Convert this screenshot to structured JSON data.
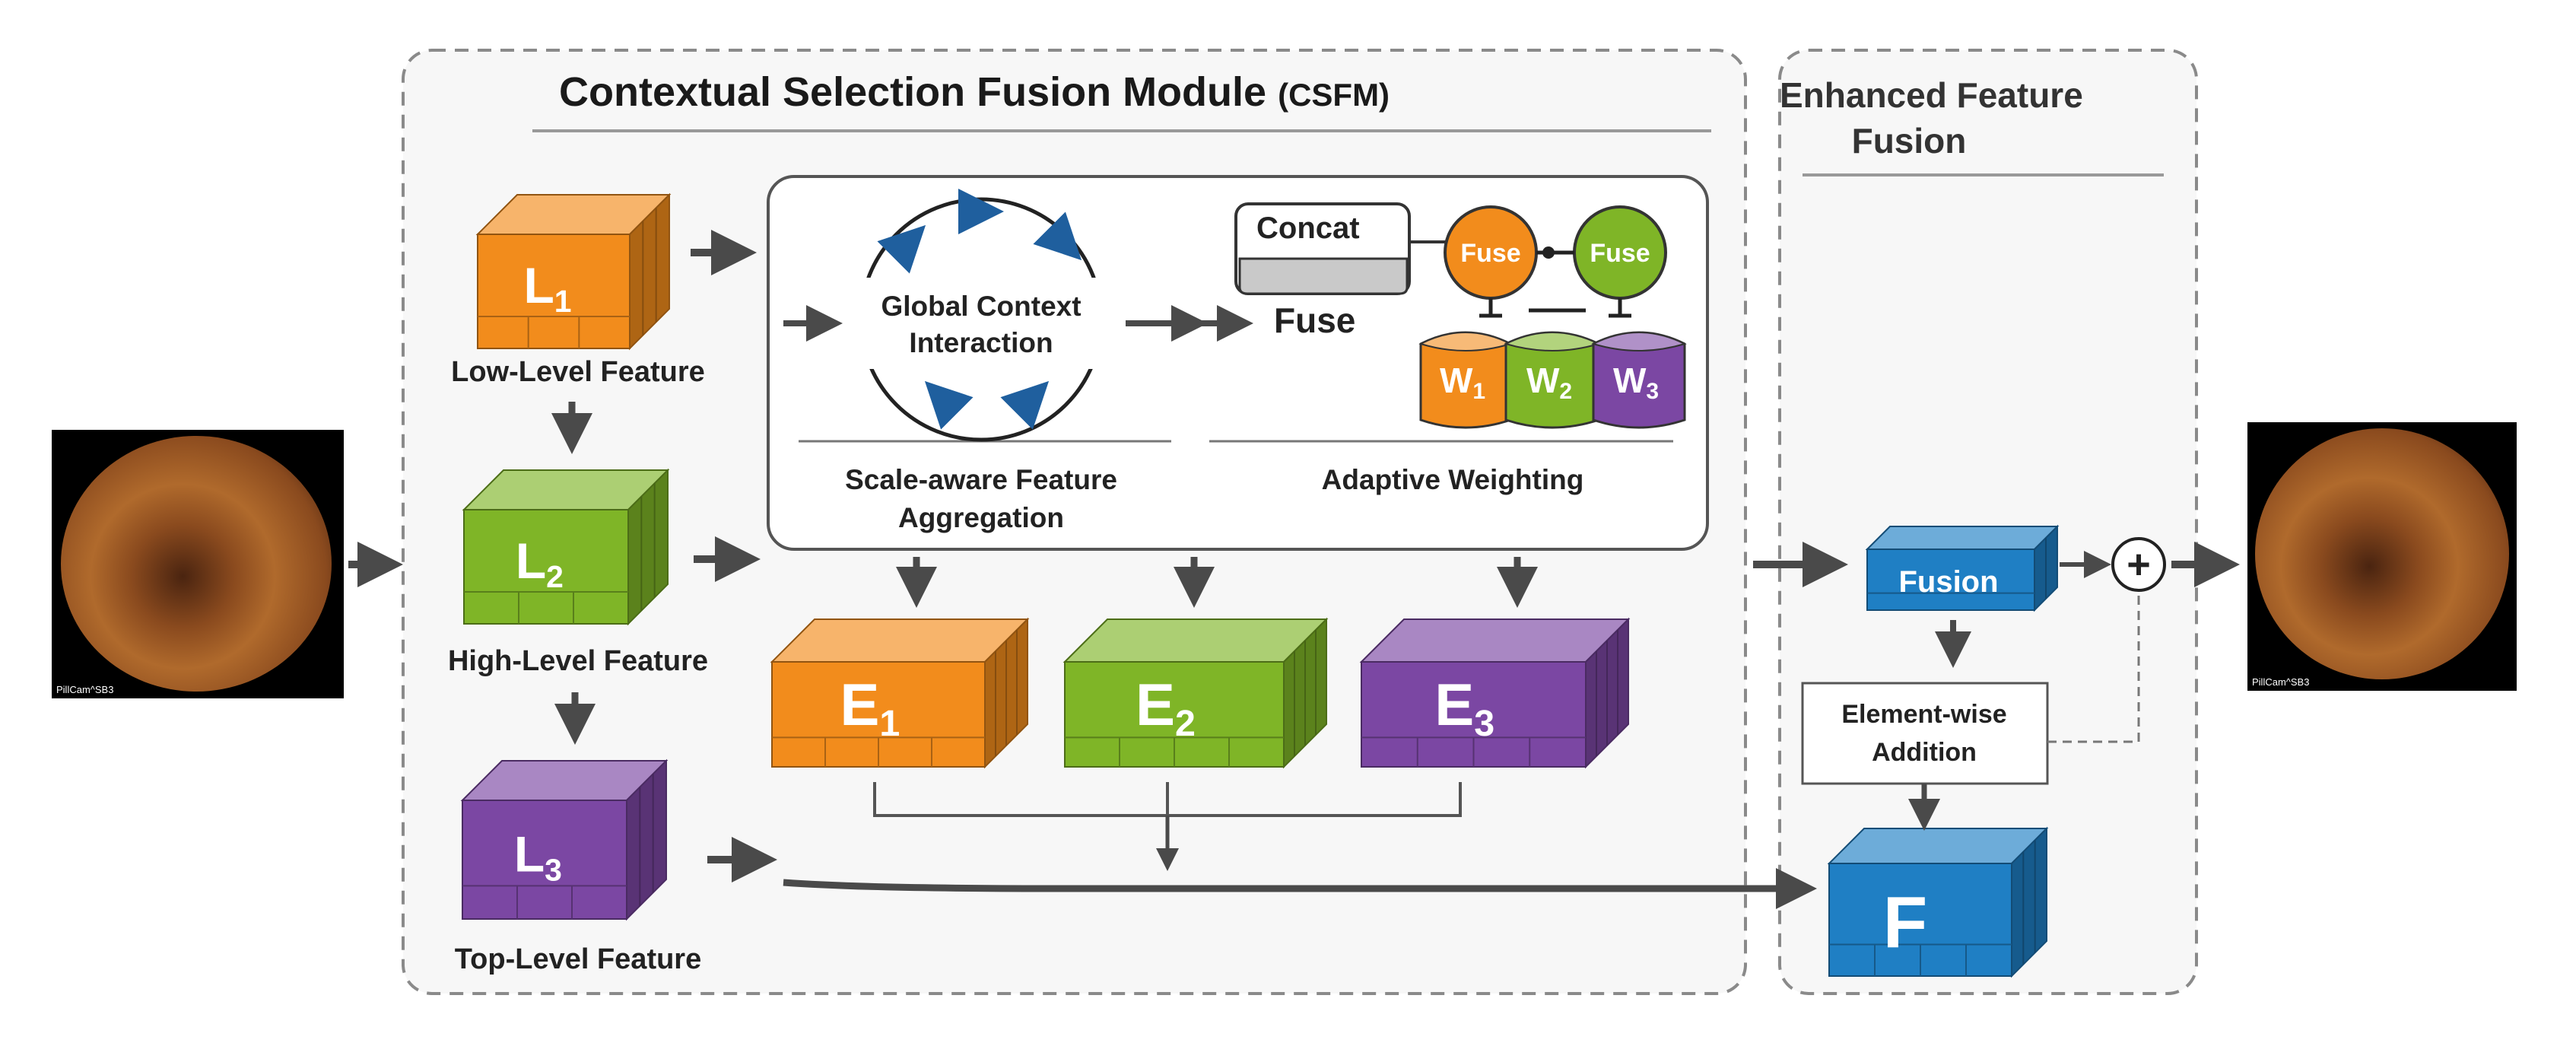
{
  "module_title": "Contextual Selection Fusion Module",
  "module_title_abbr": "(CSFM)",
  "enhanced_title_line1": "Enhanced Feature",
  "enhanced_title_line2": "Fusion",
  "input_image_caption": "PillCam^SB3",
  "output_image_caption": "PillCam^SB3",
  "levels": [
    {
      "tag": "L",
      "sub": "1",
      "label": "Low-Level Feature",
      "color": "#f28c1c"
    },
    {
      "tag": "L",
      "sub": "2",
      "label": "High-Level Feature",
      "color": "#7fb527"
    },
    {
      "tag": "L",
      "sub": "3",
      "label": "Top-Level Feature",
      "color": "#7b47a3"
    }
  ],
  "enhanced": [
    {
      "tag": "E",
      "sub": "1",
      "color": "#f28c1c"
    },
    {
      "tag": "E",
      "sub": "2",
      "color": "#7fb527"
    },
    {
      "tag": "E",
      "sub": "3",
      "color": "#7b47a3"
    }
  ],
  "gci_line1": "Global Context",
  "gci_line2": "Interaction",
  "concat_label": "Concat",
  "fuse_label": "Fuse",
  "fuse_circle_1": "Fuse",
  "fuse_circle_2": "Fuse",
  "weights": [
    {
      "tag": "W",
      "sub": "1",
      "color": "#f28c1c"
    },
    {
      "tag": "W",
      "sub": "2",
      "color": "#7fb527"
    },
    {
      "tag": "W",
      "sub": "3",
      "color": "#7b47a3"
    }
  ],
  "sfa_line1": "Scale-aware Feature",
  "sfa_line2": "Aggregation",
  "aw_label": "Adaptive Weighting",
  "fusion_label": "Fusion",
  "plus_symbol": "+",
  "ewa_line1": "Element-wise",
  "ewa_line2": "Addition",
  "f_label": "F",
  "colors": {
    "orange": "#f28c1c",
    "green": "#7fb527",
    "purple": "#7b47a3",
    "blue": "#1f7fc4",
    "arrow": "#4a4a4a",
    "gci_arrow": "#1f5f9e"
  }
}
